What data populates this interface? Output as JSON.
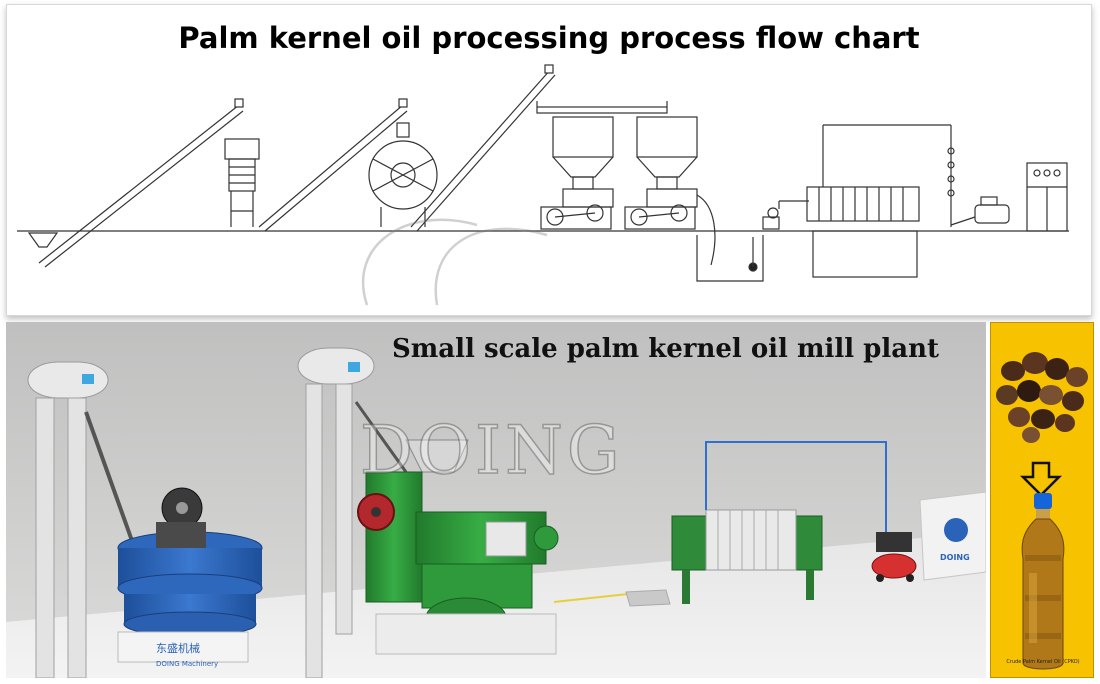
{
  "flow_chart": {
    "title": "Palm kernel oil processing process flow chart"
  },
  "plant_render": {
    "title": "Small scale palm kernel oil mill plant",
    "watermark": "DOING",
    "sign_left_cn": "东盛机械",
    "sign_left_en": "DOING Machinery",
    "sign_right_brand": "DOING"
  },
  "product": {
    "bottle_label": "Crude Palm Kernel Oil (CPKO)"
  },
  "colors": {
    "press_green": "#2f9a3c",
    "mixer_blue": "#2a63b8",
    "product_bg": "#f7c200",
    "oil_amber": "#b07818"
  }
}
